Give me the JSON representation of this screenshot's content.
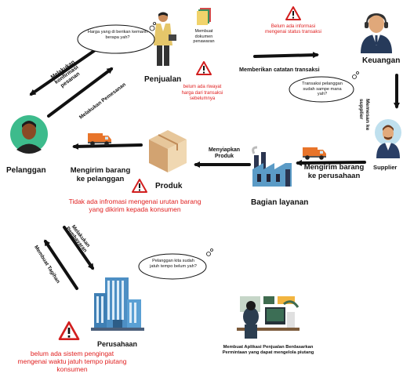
{
  "nodes": {
    "pelanggan": "Pelanggan",
    "penjualan": "Penjualan",
    "keuangan": "Keuangan",
    "supplier": "Supplier",
    "produk": "Produk",
    "bagian_layanan": "Bagian layanan",
    "perusahaan": "Perusahaan"
  },
  "arrows": {
    "konfirmasi": "Melakukan konfirmasi pesanan",
    "pemesanan": "Melakukan Pemesanan",
    "catatan_transaksi": "Memberikan catatan transaksi",
    "memesan_supplier": "Memesan ke supplier",
    "mengirim_perusahaan": "Mengirim barang ke perusahaan",
    "menyiapkan_produk": "Menyiapkan Produk",
    "mengirim_pelanggan": "Mengirim barang ke pelanggan",
    "pembayaran": "Melakukan Pembayaran",
    "tagihan": "Membuat Tagihan"
  },
  "notes": {
    "membuat_dokumen": "Membuat dokumen penawaran",
    "solution": "Membuat Aplikasi Penjualan Berdasarkan Permintaan yang dapat mengelola piutang"
  },
  "clouds": {
    "harga": "Harga yang di berikan kemarin berapa yah?",
    "transaksi": "Transaksi pelanggan sudah sampe mana yah?",
    "jatuh_tempo": "Pelanggan kita sudah jatuh tempo belum yah?"
  },
  "warnings": {
    "status": "Belum ada informasi mengenai status transaksi",
    "riwayat": "belum ada riwayat harga dari transaksi sebelumnya",
    "urutan": "Tidak ada infromasi  mengenai urutan barang yang dikirim kepada konsumen",
    "jatuh_tempo": "belum ada sistem pengingat mengenai waktu jatuh tempo piutang konsumen"
  },
  "colors": {
    "warning": "#e02020",
    "arrow": "#111111",
    "truck": "#e8742a"
  },
  "icons": [
    "customer-avatar-icon",
    "salesman-icon",
    "document-icon",
    "finance-officer-icon",
    "supplier-avatar-icon",
    "truck-icon",
    "box-icon",
    "factory-icon",
    "office-building-icon",
    "workspace-icon",
    "warning-icon",
    "thought-cloud-icon"
  ]
}
